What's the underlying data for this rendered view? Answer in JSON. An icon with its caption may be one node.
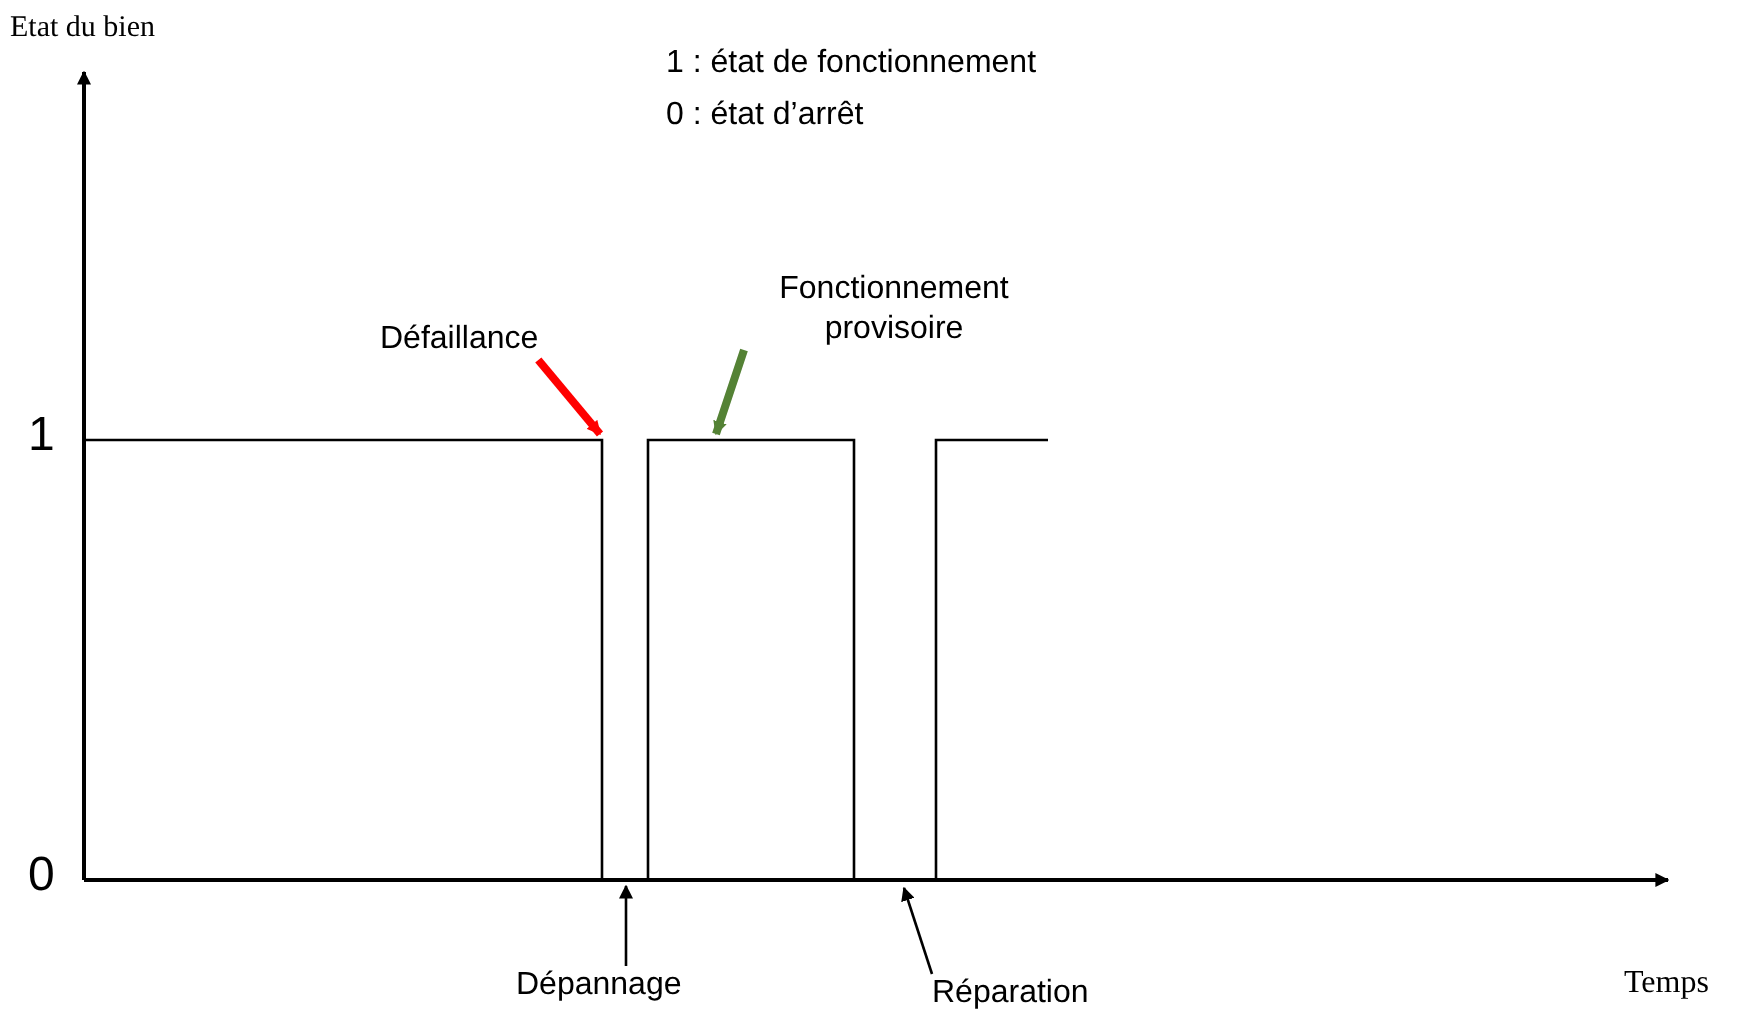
{
  "diagram": {
    "nodes": [
      {
        "text": [
          "Défaillance"
        ]
      },
      {
        "text": [
          "Fonctionnement provisoire"
        ]
      },
      {
        "text": [
          "Dépannage"
        ]
      },
      {
        "text": [
          "Réparation"
        ]
      }
    ],
    "edges": [
      {
        "from": 0,
        "to": null,
        "arrow": "to",
        "style": "thick",
        "color": "#ff0000"
      },
      {
        "from": 1,
        "to": null,
        "arrow": "to",
        "style": "thick",
        "color": "#548235"
      },
      {
        "from": 2,
        "to": null,
        "arrow": "to"
      },
      {
        "from": 3,
        "to": null,
        "arrow": "to"
      }
    ],
    "labels": [
      "Etat du bien",
      "1 : état de fonctionnement",
      "0 : état d’arrêt",
      "1",
      "0",
      "Temps"
    ]
  }
}
